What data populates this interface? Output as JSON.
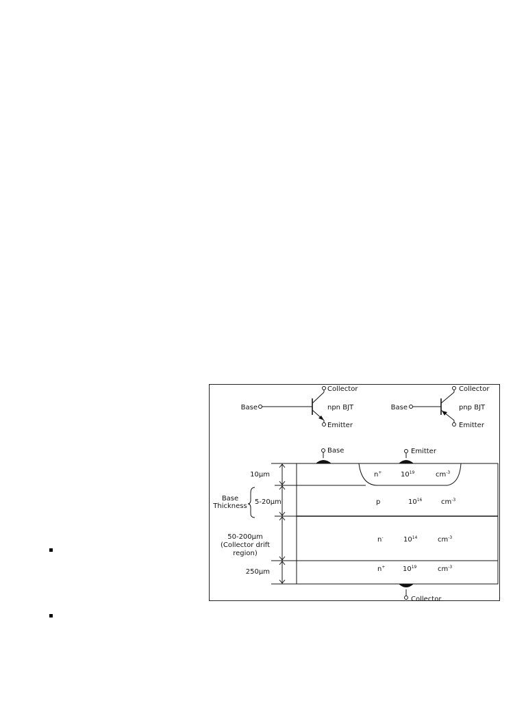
{
  "symbols": {
    "npn": {
      "collector": "Collector",
      "base": "Base",
      "emitter": "Emitter",
      "name": "npn BJT"
    },
    "pnp": {
      "collector": "Collector",
      "base": "Base",
      "emitter": "Emitter",
      "name": "pnp BJT"
    }
  },
  "cross_section": {
    "terminals": {
      "base": "Base",
      "emitter": "Emitter",
      "collector": "Collector"
    },
    "regions": [
      {
        "type": "n",
        "sup": "+",
        "doping_base": "10",
        "doping_exp": "19",
        "unit": "cm",
        "unit_exp": "-3"
      },
      {
        "type": "p",
        "sup": "",
        "doping_base": "10",
        "doping_exp": "16",
        "unit": "cm",
        "unit_exp": "-3"
      },
      {
        "type": "n",
        "sup": "-",
        "doping_base": "10",
        "doping_exp": "14",
        "unit": "cm",
        "unit_exp": "-3"
      },
      {
        "type": "n",
        "sup": "+",
        "doping_base": "10",
        "doping_exp": "19",
        "unit": "cm",
        "unit_exp": "-3"
      }
    ],
    "dimensions": {
      "emitter": "10μm",
      "base_label_1": "Base",
      "base_label_2": "Thickness",
      "base": "5-20μm",
      "drift_1": "50-200μm",
      "drift_2": "(Collector drift",
      "drift_3": "region)",
      "substrate": "250μm"
    }
  }
}
